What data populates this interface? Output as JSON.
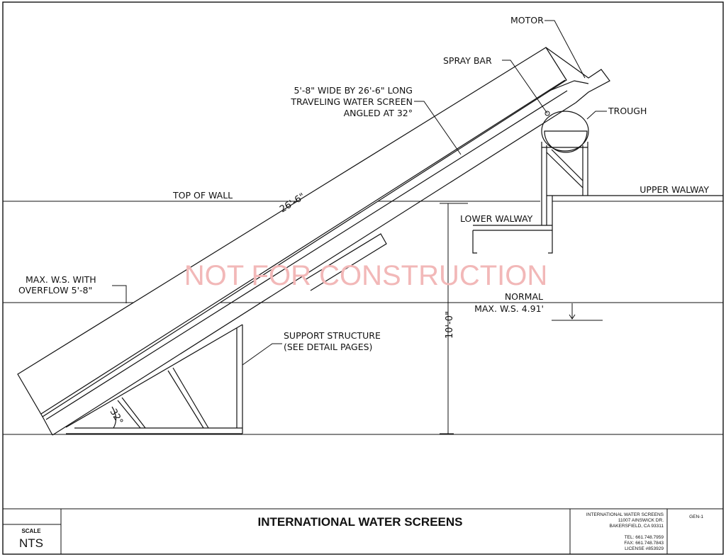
{
  "labels": {
    "motor": "MOTOR",
    "spray_bar": "SPRAY BAR",
    "trough": "TROUGH",
    "screen_line1": "5'-8\" WIDE BY 26'-6\" LONG",
    "screen_line2": "TRAVELING WATER SCREEN",
    "screen_line3": "ANGLED AT 32°",
    "top_of_wall": "TOP OF WALL",
    "upper_walway": "UPPER WALWAY",
    "lower_walway": "LOWER WALWAY",
    "max_ws_line1": "MAX. W.S. WITH",
    "max_ws_line2": "OVERFLOW 5'-8\"",
    "normal": "NORMAL",
    "normal_max_ws": "MAX. W.S. 4.91'",
    "support_line1": "SUPPORT STRUCTURE",
    "support_line2": "(SEE DETAIL PAGES)"
  },
  "dimensions": {
    "length": "26'-6\"",
    "height": "10'-0\"",
    "angle": "32°"
  },
  "watermark": "NOT FOR CONSTRUCTION",
  "title_block": {
    "company_title": "INTERNATIONAL WATER SCREENS",
    "scale_label": "SCALE",
    "scale_value": "NTS",
    "addr_name": "INTERNATIONAL WATER SCREENS",
    "addr_street": "11007 AINSWICK DR.",
    "addr_city": "BAKERSFIELD, CA 93311",
    "tel": "TEL: 661.748.7959",
    "fax": "FAX: 661.748.7843",
    "license": "LICENSE #853929",
    "sheet": "GEN-1"
  }
}
